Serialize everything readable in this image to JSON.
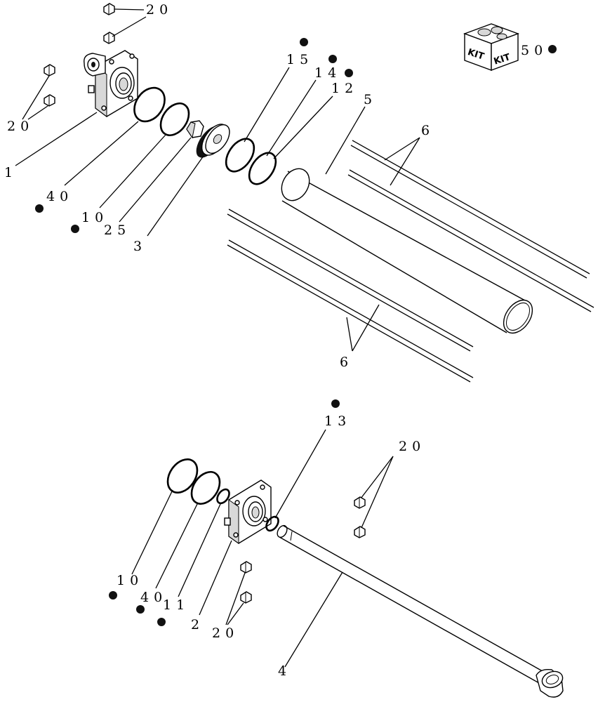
{
  "diagram": {
    "labels": {
      "p1": "1",
      "p2": "2",
      "p3": "3",
      "p4": "4",
      "p5": "5",
      "p6_top": "6",
      "p6_bottom": "6",
      "p10_top": "10",
      "p10_bottom": "10",
      "p11": "11",
      "p12": "12",
      "p13": "13",
      "p14": "14",
      "p15": "15",
      "p20_top": "20",
      "p20_left": "20",
      "p20_right": "20",
      "p20_bottom": "20",
      "p25": "25",
      "p40_top": "40",
      "p40_bottom": "40",
      "p50": "50"
    },
    "kit_box": {
      "face_left": "KIT",
      "face_right": "KIT"
    },
    "kit_marker": "bullet-dot"
  }
}
